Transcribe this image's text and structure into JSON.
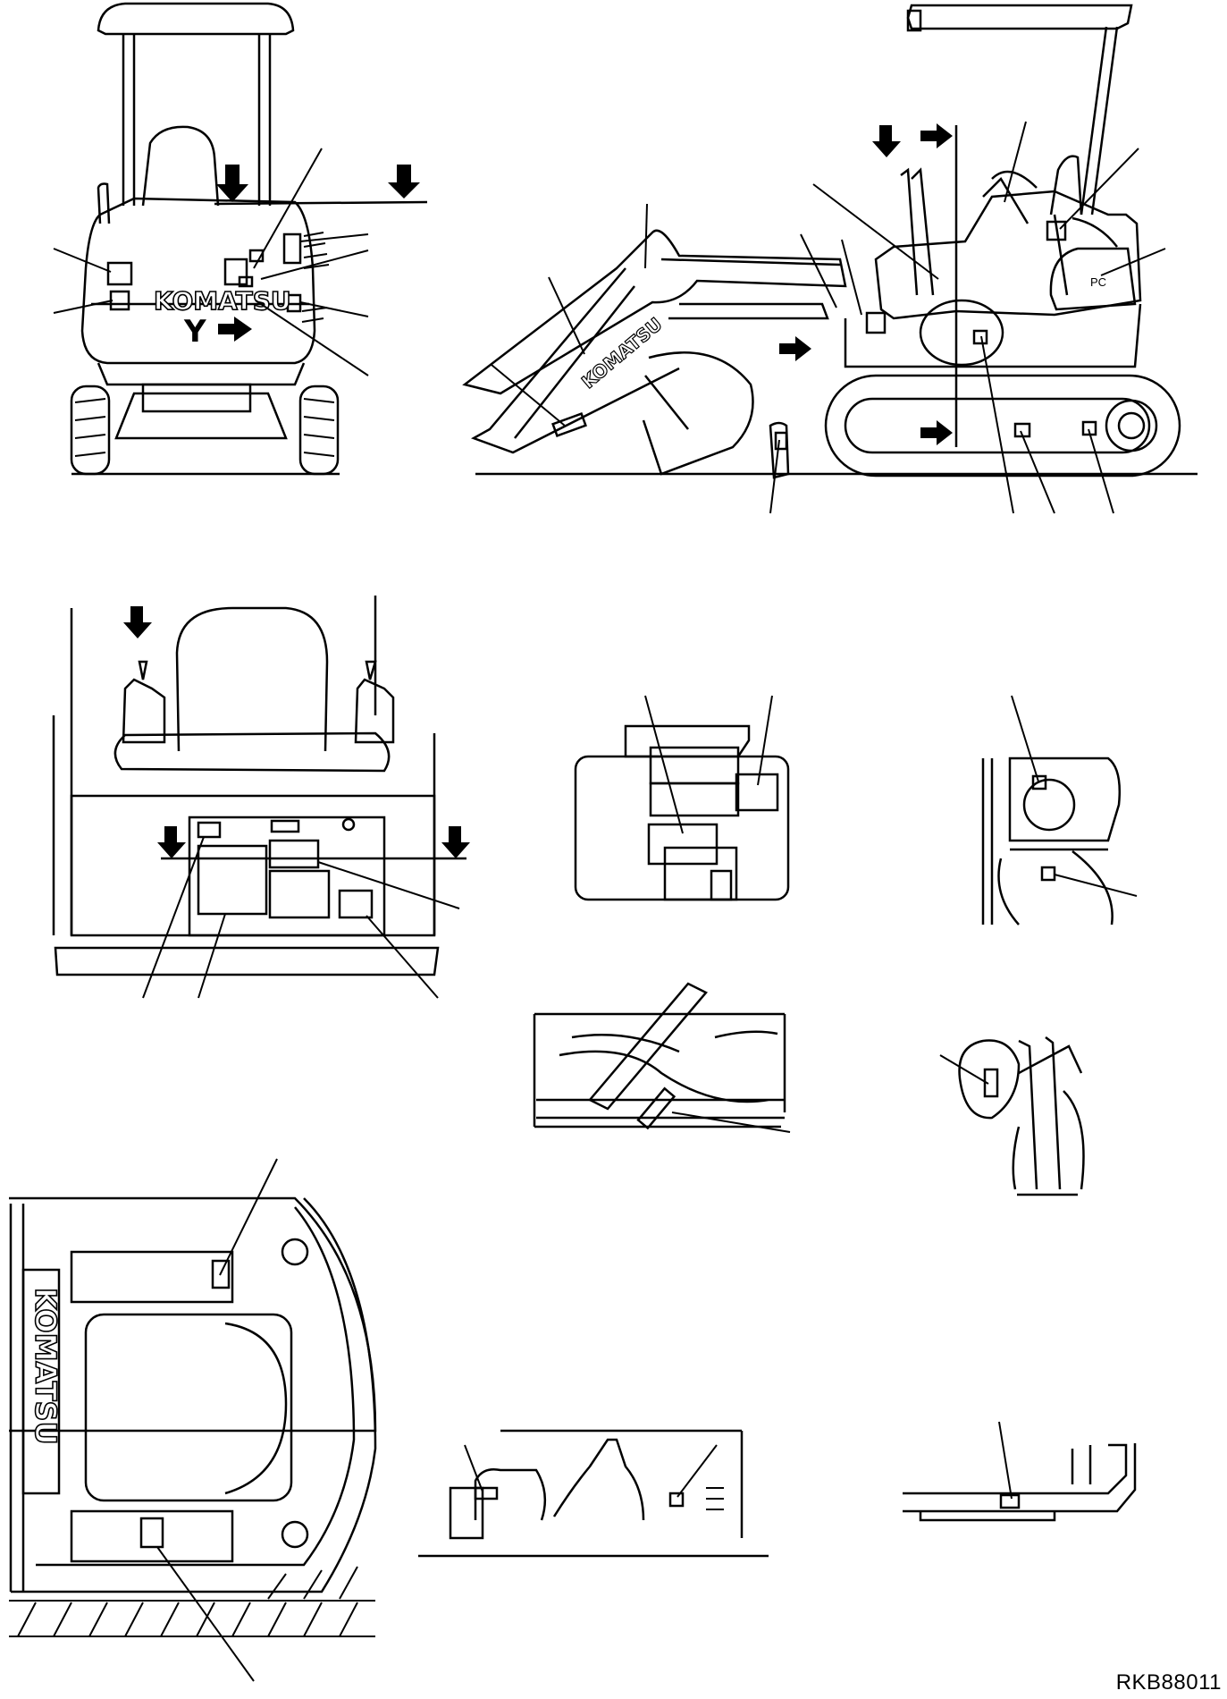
{
  "brand": "KOMATSU",
  "rear_letter": "Y",
  "drawing_code": "RKB88011"
}
